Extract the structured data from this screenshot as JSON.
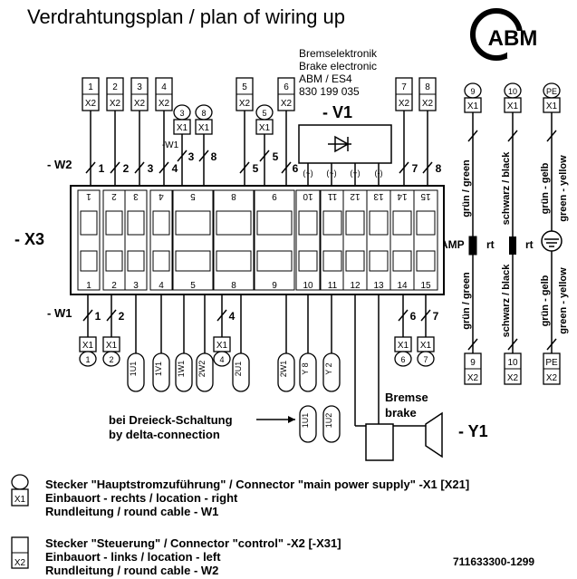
{
  "title": "Verdrahtungsplan / plan of wiring up",
  "logo_text": "ABM",
  "info": {
    "line1": "Bremselektronik",
    "line2": "Brake electronic",
    "line3": "ABM / ES4",
    "line4": "830 199 035"
  },
  "v1_label": "- V1",
  "x3_label": "- X3",
  "w2_label": "- W2",
  "w1_label": "- W1",
  "y1_label": "- Y1",
  "brake": {
    "de": "Bremse",
    "en": "brake"
  },
  "delta": {
    "de": "bei Dreieck-Schaltung",
    "en": "by delta-connection"
  },
  "amp": "AMP",
  "rt": "rt",
  "x2_top_connectors": [
    {
      "num": "1",
      "tag": "X2"
    },
    {
      "num": "2",
      "tag": "X2"
    },
    {
      "num": "3",
      "tag": "X2"
    },
    {
      "num": "4",
      "tag": "X2"
    },
    {
      "num": "5",
      "tag": "X2"
    },
    {
      "num": "6",
      "tag": "X2"
    },
    {
      "num": "7",
      "tag": "X2"
    },
    {
      "num": "8",
      "tag": "X2"
    }
  ],
  "x1_top_connectors": [
    {
      "num": "3",
      "tag": "X1"
    },
    {
      "num": "8",
      "tag": "X1"
    },
    {
      "num": "5",
      "tag": "X1"
    }
  ],
  "w1_3": "-W1",
  "wire_nums_top": [
    "1",
    "2",
    "3",
    "4",
    "3",
    "8",
    "5",
    "5",
    "6",
    "7",
    "8"
  ],
  "rectifier_marks": [
    "(~)",
    "(~)",
    "(+)",
    "(-)"
  ],
  "terminals_top": [
    "1",
    "2",
    "3",
    "4",
    "5",
    "8",
    "9",
    "10",
    "11",
    "12",
    "13",
    "14",
    "15"
  ],
  "terminals_bottom": [
    "1",
    "2",
    "3",
    "4",
    "5",
    "8",
    "9",
    "10",
    "11",
    "12",
    "13",
    "14",
    "15"
  ],
  "wire_nums_bottom": [
    "1",
    "2",
    "4",
    "6",
    "7"
  ],
  "x1_bottom_connectors": [
    {
      "num": "1",
      "tag": "X1"
    },
    {
      "num": "2",
      "tag": "X1"
    },
    {
      "num": "4",
      "tag": "X1"
    },
    {
      "num": "6",
      "tag": "X1"
    },
    {
      "num": "7",
      "tag": "X1"
    }
  ],
  "cable_labels": [
    "1U1",
    "1V1",
    "1W1",
    "2W2",
    "2U1",
    "2W1",
    "Y 8",
    "Y 2"
  ],
  "delta_cables": [
    "1U1",
    "1U2"
  ],
  "right_cables": [
    {
      "top_num": "9",
      "top_tag": "X1",
      "upper": "grün / green",
      "lower": "grün / green",
      "bot_num": "9",
      "bot_tag": "X2"
    },
    {
      "top_num": "10",
      "top_tag": "X1",
      "upper": "schwarz / black",
      "lower": "schwarz / black",
      "bot_num": "10",
      "bot_tag": "X2"
    },
    {
      "top_num": "PE",
      "top_tag": "X1",
      "upper": "grün - gelb",
      "upper2": "green - yellow",
      "lower": "grün - gelb",
      "lower2": "green - yellow",
      "bot_num": "PE",
      "bot_tag": "X2"
    }
  ],
  "legend_x1": {
    "tag": "X1",
    "line1": "Stecker \"Hauptstromzuführung\" / Connector \"main power supply\" -X1 [X21]",
    "line2": "Einbauort - rechts / location - right",
    "line3": "Rundleitung / round cable - W1"
  },
  "legend_x2": {
    "tag": "X2",
    "line1": "Stecker \"Steuerung\" / Connector \"control\" -X2 [-X31]",
    "line2": "Einbauort - links / location - left",
    "line3": "Rundleitung / round cable - W2"
  },
  "doc_number": "711633300-1299"
}
